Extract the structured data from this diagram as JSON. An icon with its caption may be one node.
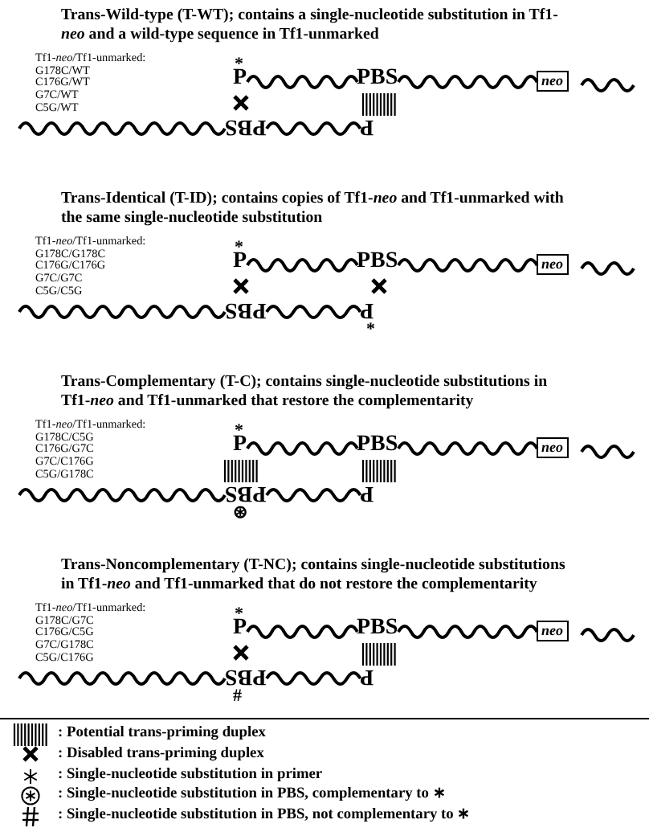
{
  "diagram": {
    "nodes": [
      {
        "text": [
          "P"
        ]
      },
      {
        "text": [
          "PBS"
        ]
      },
      {
        "text": [
          "neo"
        ]
      },
      {
        "text": [
          "PBS"
        ]
      },
      {
        "text": [
          "P"
        ]
      },
      {
        "text": [
          "P"
        ]
      },
      {
        "text": [
          "PBS"
        ]
      },
      {
        "text": [
          "neo"
        ]
      },
      {
        "text": [
          "PBS"
        ]
      },
      {
        "text": [
          "P"
        ]
      },
      {
        "text": [
          "P"
        ]
      },
      {
        "text": [
          "PBS"
        ]
      },
      {
        "text": [
          "neo"
        ]
      },
      {
        "text": [
          "PBS"
        ]
      },
      {
        "text": [
          "P"
        ]
      },
      {
        "text": [
          "P"
        ]
      },
      {
        "text": [
          "PBS"
        ]
      },
      {
        "text": [
          "neo"
        ]
      },
      {
        "text": [
          "PBS"
        ]
      },
      {
        "text": [
          "P"
        ]
      }
    ],
    "edges": [
      {
        "from": 0,
        "to": 1,
        "arrow": "none"
      },
      {
        "from": 1,
        "to": 2,
        "arrow": "none"
      },
      {
        "from": 2,
        "to": null,
        "arrow": "none"
      },
      {
        "from": null,
        "to": 3,
        "arrow": "none"
      },
      {
        "from": 3,
        "to": 4,
        "arrow": "none"
      },
      {
        "from": 5,
        "to": 6,
        "arrow": "none"
      },
      {
        "from": 6,
        "to": 7,
        "arrow": "none"
      },
      {
        "from": 7,
        "to": null,
        "arrow": "none"
      },
      {
        "from": null,
        "to": 8,
        "arrow": "none"
      },
      {
        "from": 8,
        "to": 9,
        "arrow": "none"
      },
      {
        "from": 10,
        "to": 11,
        "arrow": "none"
      },
      {
        "from": 11,
        "to": 12,
        "arrow": "none"
      },
      {
        "from": 12,
        "to": null,
        "arrow": "none"
      },
      {
        "from": null,
        "to": 13,
        "arrow": "none"
      },
      {
        "from": 13,
        "to": 14,
        "arrow": "none"
      },
      {
        "from": 15,
        "to": 16,
        "arrow": "none"
      },
      {
        "from": 16,
        "to": 17,
        "arrow": "none"
      },
      {
        "from": 17,
        "to": null,
        "arrow": "none"
      },
      {
        "from": null,
        "to": 18,
        "arrow": "none"
      },
      {
        "from": 18,
        "to": 19,
        "arrow": "none"
      }
    ],
    "labels": [
      "Trans-Wild-type (T-WT); contains a single-nucleotide substitution in Tf1-*neo* and a wild-type sequence in Tf1-unmarked",
      "Tf1-*neo*/Tf1-unmarked:",
      "G178C/WT",
      "C176G/WT",
      "G7C/WT",
      "C5G/WT",
      "*",
      "Trans-Identical (T-ID); contains copies of Tf1-*neo* and Tf1-unmarked with the same single-nucleotide substitution",
      "Tf1-*neo*/Tf1-unmarked:",
      "G178C/G178C",
      "C176G/C176G",
      "G7C/G7C",
      "C5G/C5G",
      "*",
      "*",
      "Trans-Complementary (T-C); contains single-nucleotide substitutions in Tf1-*neo* and Tf1-unmarked that restore the complementarity",
      "Tf1-*neo*/Tf1-unmarked:",
      "G178C/C5G",
      "C176G/G7C",
      "G7C/C176G",
      "C5G/G178C",
      "*",
      "⊛",
      "Trans-Noncomplementary (T-NC); contains single-nucleotide substitutions in Tf1-*neo* and Tf1-unmarked that do not restore the complementarity",
      "Tf1-*neo*/Tf1-unmarked:",
      "G178C/G7C",
      "C176G/C5G",
      "G7C/G178C",
      "C5G/C176G",
      "*",
      "#"
    ],
    "legend": [
      {
        "text": ": Potential trans-priming duplex"
      },
      {
        "text": ": Disabled trans-priming duplex"
      },
      {
        "text": ": Single-nucleotide substitution in primer"
      },
      {
        "text": ": Single-nucleotide substitution in PBS, complementary to ∗"
      },
      {
        "text": ": Single-nucleotide substitution in PBS, not complementary to ∗"
      }
    ]
  }
}
